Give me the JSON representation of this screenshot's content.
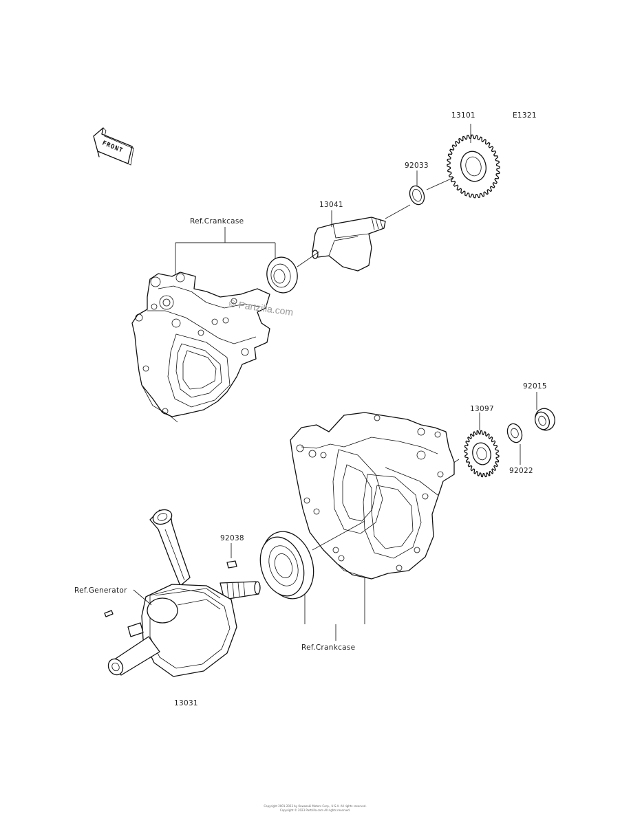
{
  "diagram": {
    "code": "E1321",
    "direction_label": "FRONT",
    "watermark": "© Partzilla.com",
    "footer_line1": "Copyright 2001-2023 by Kawasaki Motors Corp., U.S.A. All rights reserved.",
    "footer_line2": "Copyright © 2023 Partzilla.com All rights reserved."
  },
  "parts": [
    {
      "id": "13101",
      "label": "13101"
    },
    {
      "id": "92033",
      "label": "92033"
    },
    {
      "id": "13041",
      "label": "13041"
    },
    {
      "id": "ref_crankcase_top",
      "label": "Ref.Crankcase"
    },
    {
      "id": "92015",
      "label": "92015"
    },
    {
      "id": "13097",
      "label": "13097"
    },
    {
      "id": "92022",
      "label": "92022"
    },
    {
      "id": "92038",
      "label": "92038"
    },
    {
      "id": "ref_generator",
      "label": "Ref.Generator"
    },
    {
      "id": "ref_crankcase_bottom",
      "label": "Ref.Crankcase"
    },
    {
      "id": "13031",
      "label": "13031"
    }
  ]
}
